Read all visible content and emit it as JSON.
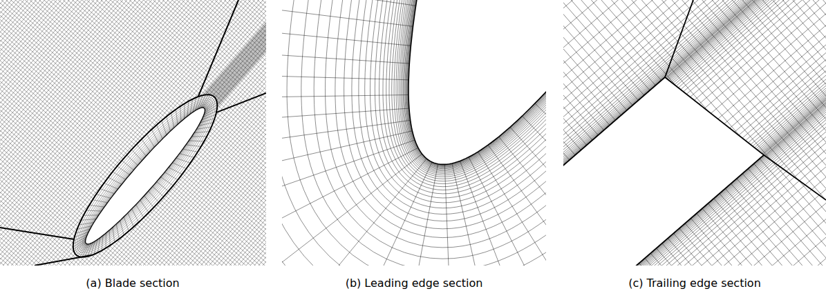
{
  "diagram": {
    "labels": [
      "(a) Blade section",
      "(b) Leading edge section",
      "(c) Trailing edge section"
    ]
  }
}
